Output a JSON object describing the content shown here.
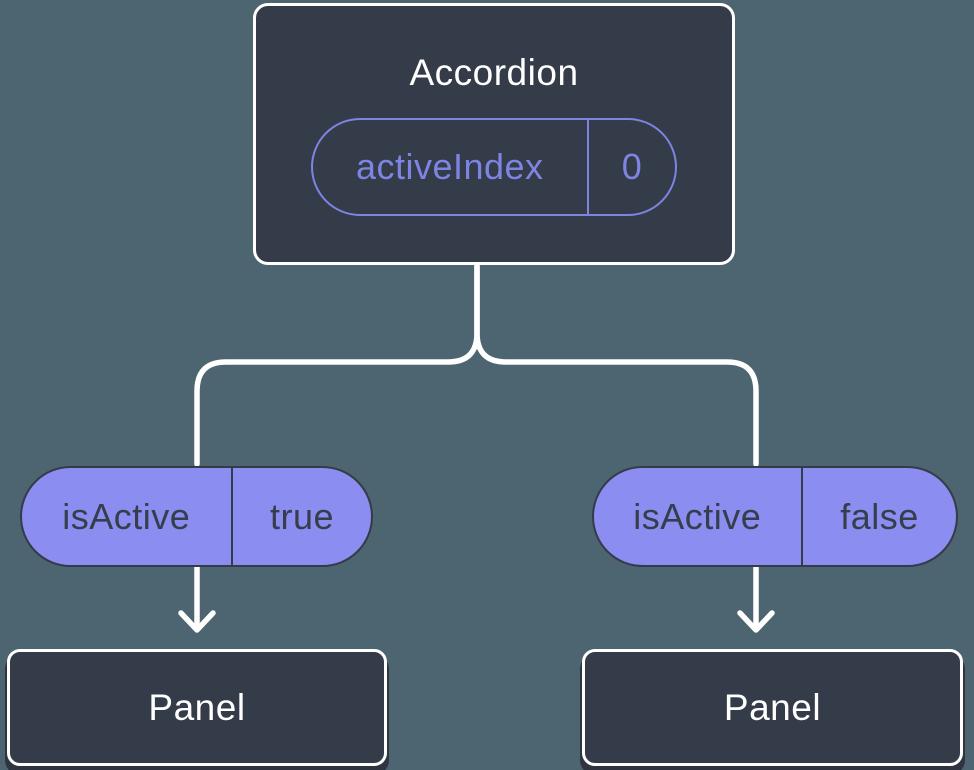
{
  "tree": {
    "root": {
      "title": "Accordion",
      "state": {
        "name": "activeIndex",
        "value": "0"
      }
    },
    "children": [
      {
        "prop": {
          "name": "isActive",
          "value": "true"
        },
        "title": "Panel"
      },
      {
        "prop": {
          "name": "isActive",
          "value": "false"
        },
        "title": "Panel"
      }
    ]
  },
  "theme": {
    "background": "#4D6570",
    "node_fill": "#343B49",
    "node_border": "#FFFFFF",
    "node_text": "#FFFFFF",
    "accent_purple": "#7E84E2",
    "pill_fill": "#8B8DF0",
    "pill_text": "#363D4B",
    "connector": "#FFFFFF",
    "panel_shadow": "#2E3541"
  }
}
